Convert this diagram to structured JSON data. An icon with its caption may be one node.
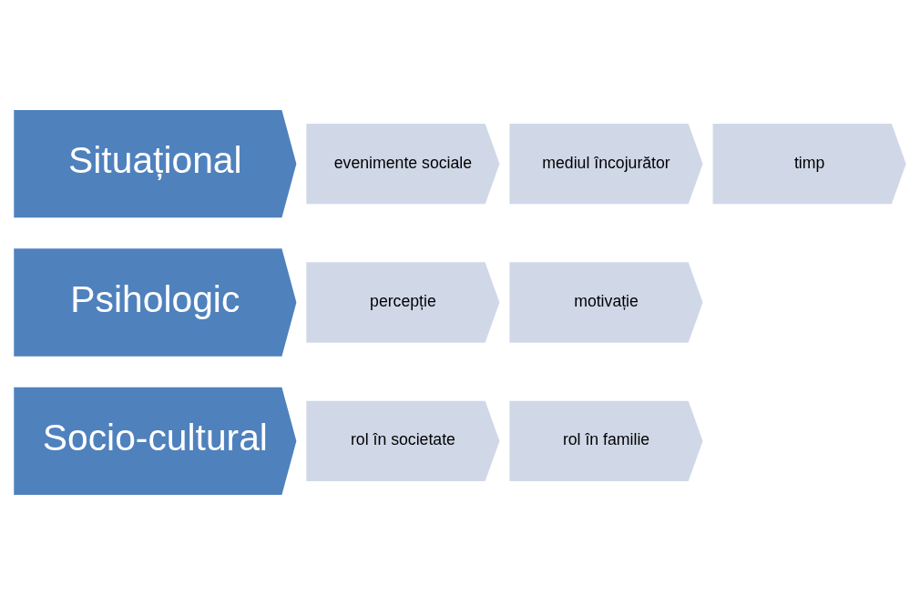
{
  "diagram": {
    "nodes": [
      {
        "text": [
          "Situațional"
        ]
      },
      {
        "text": [
          "evenimente sociale"
        ]
      },
      {
        "text": [
          "mediul încojurător"
        ]
      },
      {
        "text": [
          "timp"
        ]
      },
      {
        "text": [
          "Psihologic"
        ]
      },
      {
        "text": [
          "percepție"
        ]
      },
      {
        "text": [
          "motivație"
        ]
      },
      {
        "text": [
          "Socio-cultural"
        ]
      },
      {
        "text": [
          "rol în societate"
        ]
      },
      {
        "text": [
          "rol în familie"
        ]
      }
    ]
  }
}
